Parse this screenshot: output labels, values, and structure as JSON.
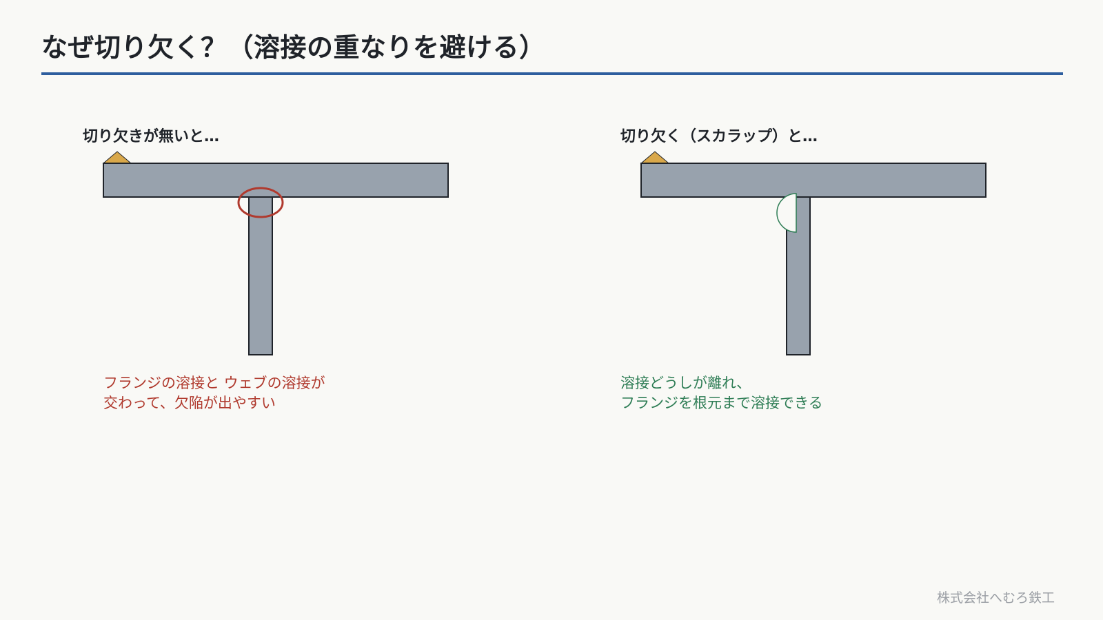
{
  "title": "なぜ切り欠く？（溶接の重なりを避ける）",
  "panels": [
    {
      "heading": "切り欠きが無いと…",
      "caption_line1": "フランジの溶接と ウェブの溶接が",
      "caption_line2": "交わって、欠陥が出やすい",
      "caption_color": "#b03a2e"
    },
    {
      "heading": "切り欠く（スカラップ）と…",
      "caption_line1": "溶接どうしが離れ、",
      "caption_line2": "フランジを根元まで溶接できる",
      "caption_color": "#2e7d55"
    }
  ],
  "footer": {
    "company": "株式会社へむろ鉄工"
  },
  "colors": {
    "steel": "#98a2ad",
    "outline": "#1f2329",
    "weld_bead": "#d9a84a",
    "defect_circle": "#b03a2e",
    "scallop_outline": "#2e7d55",
    "accent_rule": "#2e5e9e"
  }
}
